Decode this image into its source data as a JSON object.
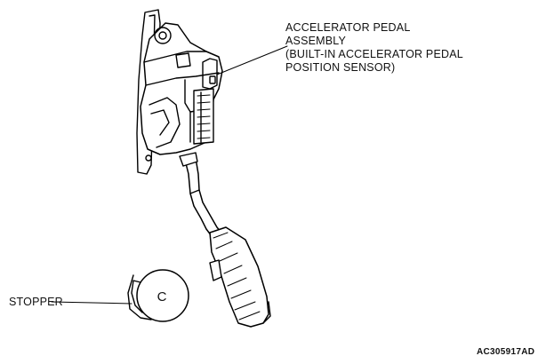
{
  "callouts": {
    "assembly": {
      "lines": [
        "ACCELERATOR PEDAL",
        "ASSEMBLY",
        "(BUILT-IN ACCELERATOR PEDAL",
        "POSITION SENSOR)"
      ]
    },
    "stopper": {
      "label": "STOPPER"
    }
  },
  "stopper_marking": "C",
  "figure_code": "AC305917AD"
}
